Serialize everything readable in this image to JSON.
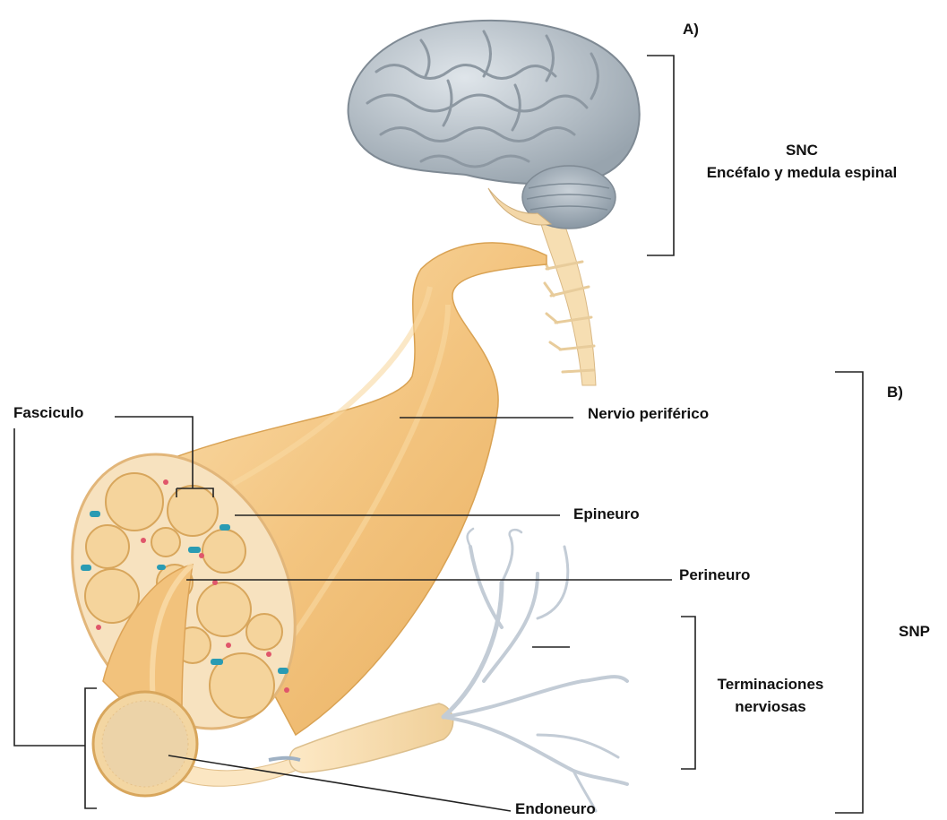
{
  "labels": {
    "section_a": "A)",
    "section_b": "B)",
    "snc_title": "SNC",
    "snc_subtitle": "Encéfalo y medula espinal",
    "snp": "SNP",
    "fasciculo": "Fasciculo",
    "nervio_periferico": "Nervio periférico",
    "epineuro": "Epineuro",
    "perineuro": "Perineuro",
    "terminaciones_line1": "Terminaciones",
    "terminaciones_line2": "nerviosas",
    "endoneuro": "Endoneuro"
  },
  "colors": {
    "brain": "#b9c3cc",
    "brain_shadow": "#8e9aa5",
    "nerve": "#f2c27c",
    "nerve_light": "#fbe2b6",
    "nerve_dark": "#e3a955",
    "fascicle_fill": "#f7d9a4",
    "endings": "#c3ccd6",
    "vessel_blue": "#2a9bb3",
    "vessel_red": "#e0566b",
    "line": "#222222"
  }
}
